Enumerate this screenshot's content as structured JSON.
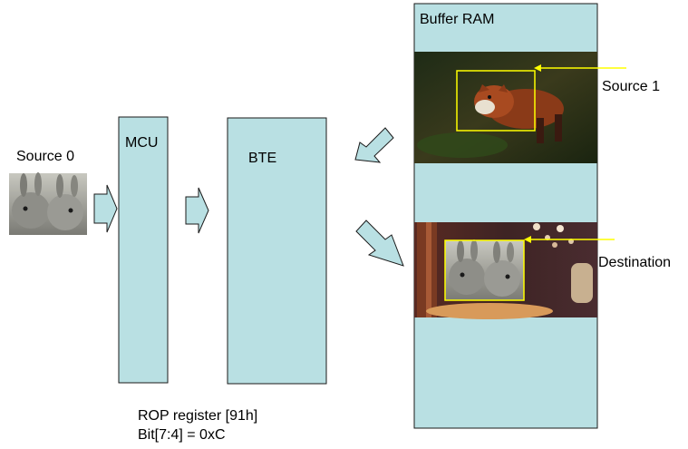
{
  "labels": {
    "source0": "Source 0",
    "mcu": "MCU",
    "bte": "BTE",
    "buffer_ram": "Buffer RAM",
    "source1": "Source 1",
    "destination": "Destination",
    "rop_line1": "ROP register [91h]",
    "rop_line2": "Bit[7:4] = 0xC"
  },
  "colors": {
    "block_fill": "#b9e0e3",
    "block_stroke": "#1a1a1a",
    "highlight": "#ffff00"
  }
}
